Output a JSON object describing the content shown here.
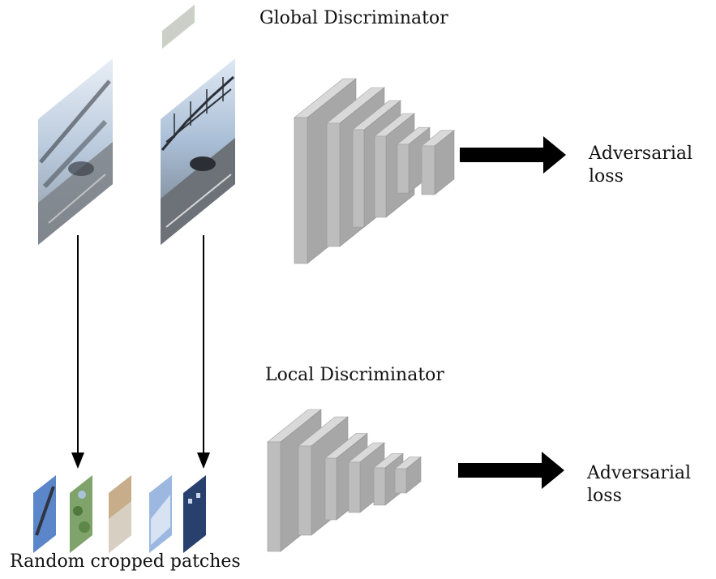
{
  "global_title": "Global Discriminator",
  "local_title": "Local Discriminator",
  "global_output": "Adversarial\nloss",
  "local_output": "Adversarial\nloss",
  "patches_caption": "Random cropped patches",
  "colors": {
    "block_front": "#bdbdbd",
    "block_top": "#d9d9d9",
    "block_side": "#a7a7a7",
    "arrow": "#000000",
    "sky": "#c9d6e6",
    "road": "#7a7f86"
  }
}
